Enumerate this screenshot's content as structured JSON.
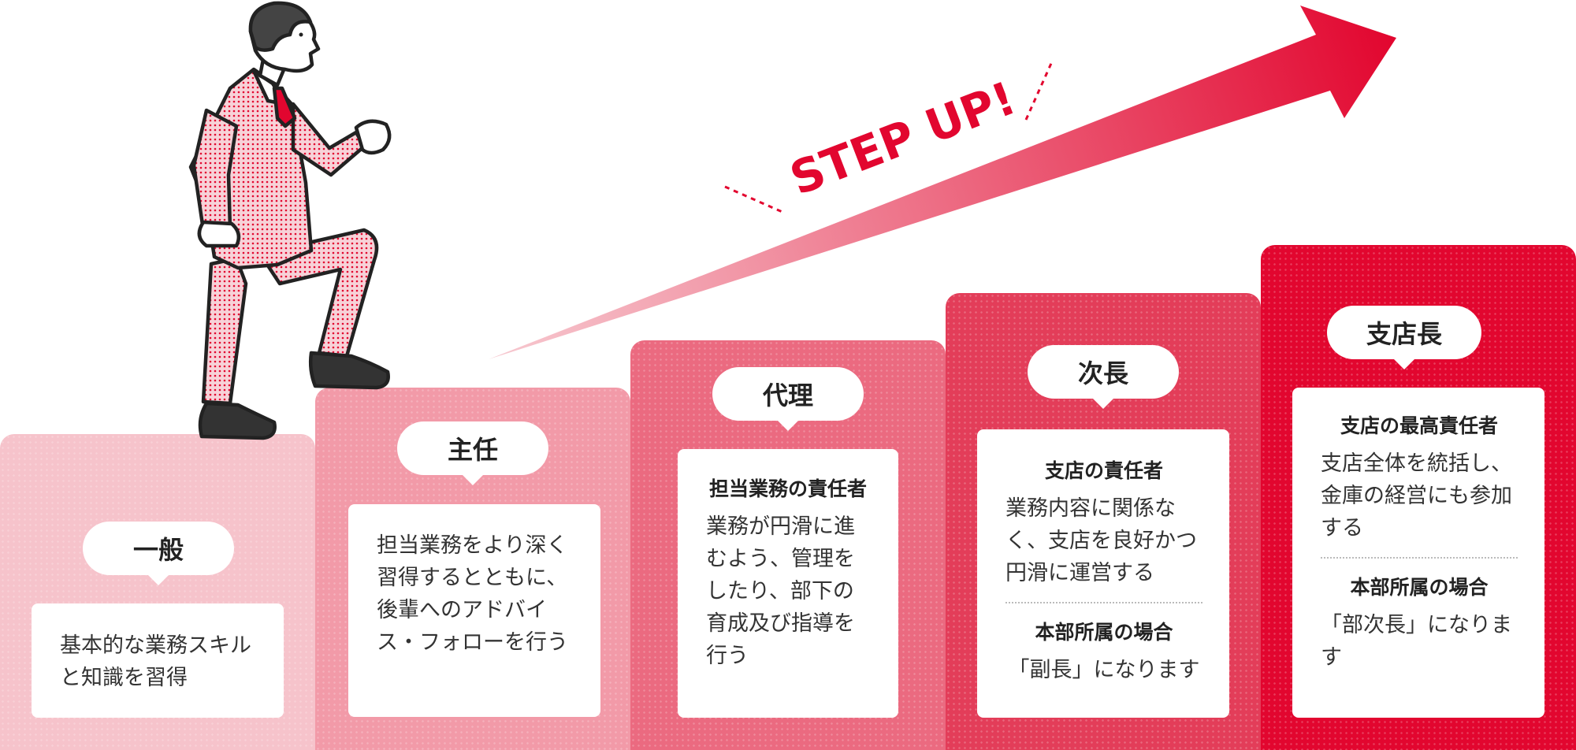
{
  "heading": "STEP UP!",
  "colors": {
    "step1": "#f6c3cb",
    "step2": "#f29aa8",
    "step3": "#eb6a80",
    "step4": "#e33d59",
    "step5": "#e2062f",
    "accent": "#e2062f"
  },
  "steps": [
    {
      "title": "一般",
      "desc": "基本的な業務スキルと知識を習得"
    },
    {
      "title": "主任",
      "desc": "担当業務をより深く習得するとともに、後輩へのアドバイス・フォローを行う"
    },
    {
      "title": "代理",
      "head": "担当業務の責任者",
      "desc": "業務が円滑に進むよう、管理をしたり、部下の育成及び指導を行う"
    },
    {
      "title": "次長",
      "head": "支店の責任者",
      "desc": "業務内容に関係なく、支店を良好かつ円滑に運営する",
      "sub_head": "本部所属の場合",
      "sub_desc": "「副長」になります"
    },
    {
      "title": "支店長",
      "head": "支店の最高責任者",
      "desc": "支店全体を統括し、金庫の経営にも参加する",
      "sub_head": "本部所属の場合",
      "sub_desc": "「部次長」になります"
    }
  ]
}
